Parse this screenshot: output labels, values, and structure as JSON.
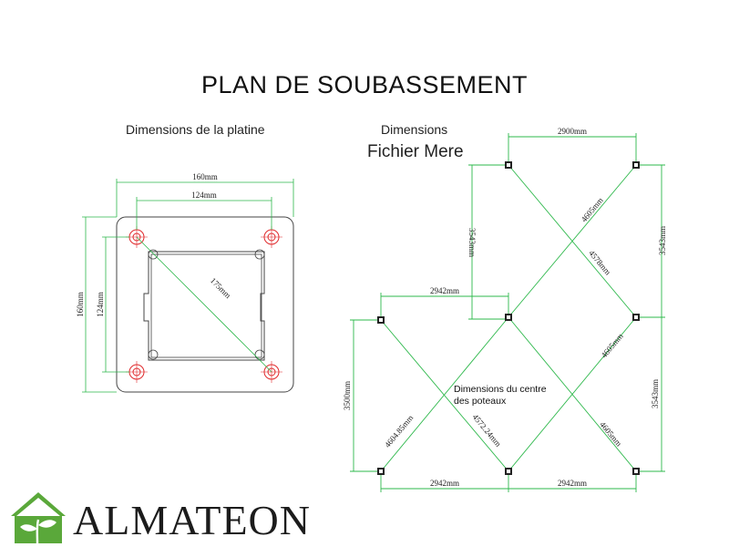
{
  "title": "PLAN DE SOUBASSEMENT",
  "platine": {
    "caption": "Dimensions de la platine",
    "dims": {
      "width": "160mm",
      "inner_width": "124mm",
      "height": "160mm",
      "inner_height": "124mm",
      "diagonal": "175mm"
    }
  },
  "plan": {
    "caption": "Dimensions",
    "subcaption": "Fichier Mere",
    "note_line1": "Dimensions du centre",
    "note_line2": "des poteaux",
    "dims": {
      "top_width": "2900mm",
      "left_upper_height": "3543mm",
      "right_upper_height": "3543mm",
      "diag_upper_1": "4605mm",
      "diag_upper_2": "4578mm",
      "mid_width": "2942mm",
      "left_lower_height": "3500mm",
      "right_lower_height": "3543mm",
      "diag_lower_1": "4605mm",
      "diag_lower_2": "4605mm",
      "diag_lower_3": "4604.85mm",
      "diag_lower_4": "4572.24mm",
      "bottom_left_width": "2942mm",
      "bottom_right_width": "2942mm"
    }
  },
  "logo": {
    "text": "ALMATEON",
    "icon": "house-leaf-icon"
  },
  "colors": {
    "dimension_line": "#2db84b",
    "hole": "#e0292b",
    "logo_green": "#5aa83a"
  }
}
